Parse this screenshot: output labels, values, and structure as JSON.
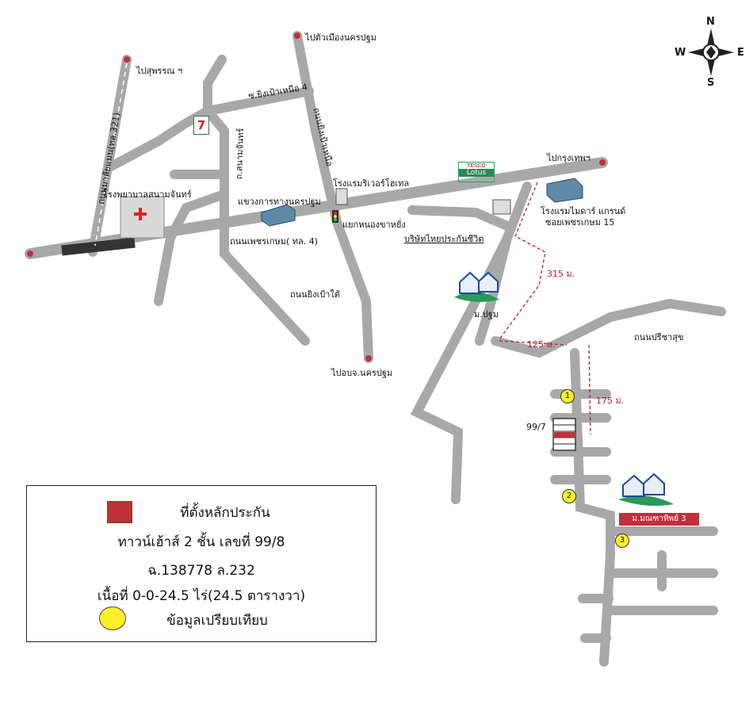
{
  "labels": {
    "to_suphan": "ไปสุพรรณ ฯ",
    "to_city": "ไปตัวเมืองนครปฐม",
    "soi_yingpao_north": "ซ.ยิงเป้าเหนือ 4",
    "road_malaiman": "ถนนมาลัยแมน(ทล.321)",
    "road_sanamchan": "ถ.สนามจันทร์",
    "road_yingpao_north": "ถนนยิงเป้าเหนือ",
    "hotel_river": "โรงแรมริเวอร์โฮเทล",
    "to_bangkok": "ไปกรุงเทพฯ",
    "hospital": "โรงพยาบาลสนามจันทร์",
    "highway_office": "แขวงการทางนครปฐม",
    "hotel_mida": "โรงแรมไมดาร์ แกรนด์",
    "soi_phetkasem": "ซอยเพชรเกษม 15",
    "junction": "แยกหนองขาหยั่ง",
    "road_phetkasem": "ถนนเพชรเกษม( ทล. 4)",
    "thai_insurance": "บริษัทไทยประกันชีวิต",
    "dist_315": "315 ม.",
    "road_yingpao_south": "ถนนยิงเป้าใต้",
    "village_pathom": "ม.ปฐม",
    "dist_125": "125 ม.",
    "road_pritsadang": "ถนนปรีชาสุข",
    "to_district": "ไปอบจ.นครปฐม",
    "dist_175": "175 ม.",
    "house_no": "99/7",
    "village_sign": "ม.มณฑาทิพย์ 3",
    "seven_eleven": "7",
    "tesco_top": "TESCO",
    "tesco_bottom": "Lotus"
  },
  "markers": [
    "1",
    "2",
    "3"
  ],
  "compass": {
    "n": "N",
    "s": "S",
    "e": "E",
    "w": "W"
  },
  "legend": {
    "collateral_label": "ที่ตั้งหลักประกัน",
    "line1": "ทาวน์เฮ้าส์ 2 ชั้น เลขที่ 99/8",
    "line2": "ฉ.138778 ล.232",
    "line3": "เนื้อที่ 0-0-24.5 ไร่(24.5 ตารางวา)",
    "comparison_label": "ข้อมูลเปรียบเทียบ"
  },
  "colors": {
    "road": "#a8a8a8",
    "plot": "#c0303a",
    "marker": "#ffef2a",
    "distance": "#b02030",
    "rail": "#333333"
  },
  "icons": [
    "seven-eleven-icon",
    "hospital-icon",
    "hotel-icon",
    "office-building-icon",
    "traffic-light-icon",
    "house-icon",
    "tesco-lotus-logo",
    "compass-icon"
  ]
}
